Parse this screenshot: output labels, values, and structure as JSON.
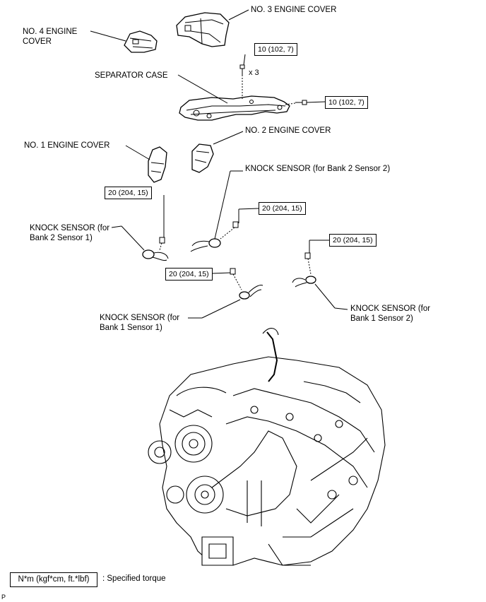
{
  "labels": {
    "no3_cover": "NO. 3 ENGINE COVER",
    "no4_cover": "NO. 4 ENGINE\nCOVER",
    "separator_case": "SEPARATOR CASE",
    "no2_cover": "NO. 2 ENGINE COVER",
    "no1_cover": "NO. 1 ENGINE COVER",
    "ks_bank2_s2": "KNOCK SENSOR (for Bank 2 Sensor 2)",
    "ks_bank2_s1": "KNOCK SENSOR (for\nBank 2 Sensor 1)",
    "ks_bank1_s1": "KNOCK SENSOR (for\nBank 1 Sensor 1)",
    "ks_bank1_s2": "KNOCK SENSOR (for\nBank 1 Sensor 2)",
    "bolt_qty": "x 3"
  },
  "torques": {
    "separator_top": "10 (102, 7)",
    "separator_side": "10 (102, 7)",
    "ks_b2s1": "20 (204, 15)",
    "ks_b2s2": "20 (204, 15)",
    "ks_b1s2": "20 (204, 15)",
    "ks_b1s1": "20 (204, 15)"
  },
  "legend": {
    "units": "N*m (kgf*cm, ft.*lbf)",
    "description": ": Specified torque"
  },
  "footer_code": "P"
}
